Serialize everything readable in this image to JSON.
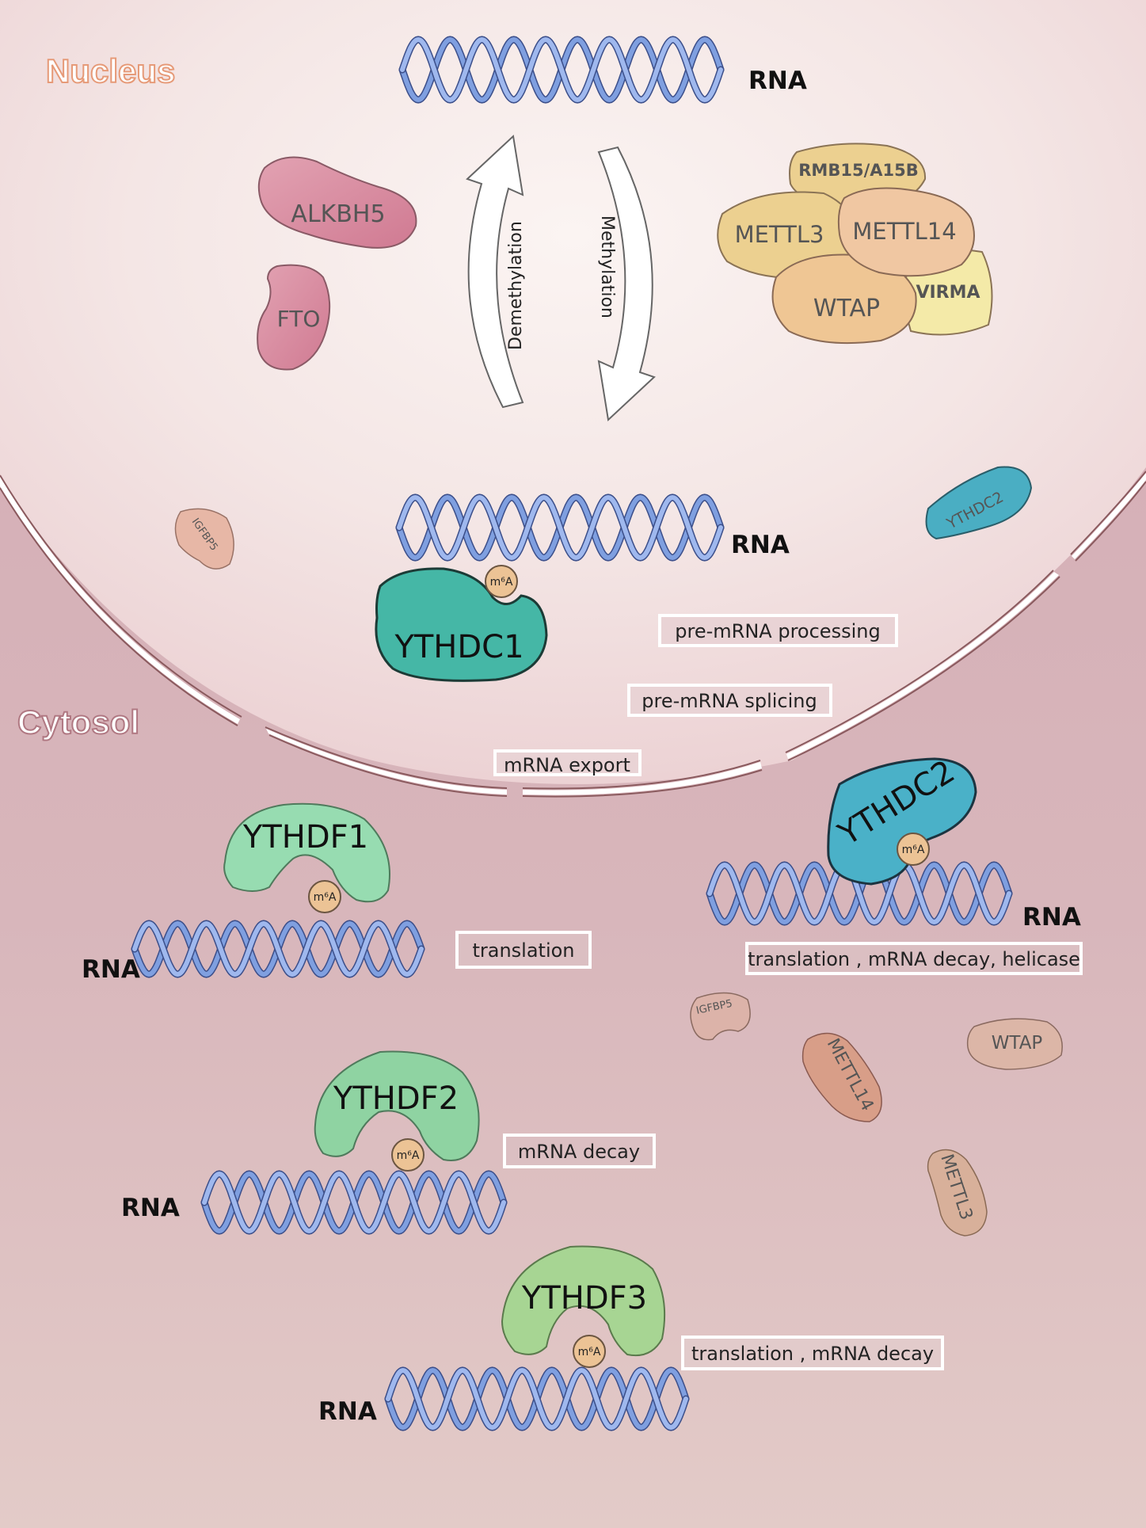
{
  "regions": {
    "nucleus": "Nucleus",
    "cytosol": "Cytosol"
  },
  "rna_label": "RNA",
  "arrows": {
    "demethylation": "Demethylation",
    "methylation": "Methylation"
  },
  "erasers": {
    "alkbh5": "ALKBH5",
    "fto": "FTO"
  },
  "writers": {
    "rbm15": "RMB15/A15B",
    "mettl3": "METTL3",
    "mettl14": "METTL14",
    "wtap": "WTAP",
    "virma": "VIRMA"
  },
  "nuclear_small": {
    "igfbp5": "IGFBP5",
    "ythdc2": "YTHDC2"
  },
  "readers": {
    "ythdc1": "YTHDC1",
    "ythdc2": "YTHDC2",
    "ythdf1": "YTHDF1",
    "ythdf2": "YTHDF2",
    "ythdf3": "YTHDF3"
  },
  "m6a": "m⁶A",
  "functions": {
    "pre_mrna_processing": "pre-mRNA processing",
    "pre_mrna_splicing": "pre-mRNA splicing",
    "mrna_export": "mRNA export",
    "ythdf1_translation": "translation",
    "ythdc2_functions": "translation , mRNA decay, helicase",
    "ythdf2_decay": "mRNA decay",
    "ythdf3_functions": "translation , mRNA decay"
  },
  "cytosol_small": {
    "igfbp5": "IGFBP5",
    "wtap": "WTAP",
    "mettl14": "METTL14",
    "mettl3": "METTL3"
  },
  "colors": {
    "nucleus_bg": "#f3e4e4",
    "cytosol_bg": "#d4b0b8",
    "rna": "#7f9fe0",
    "eraser": "#dc8ca0",
    "writer": "#ecc98a",
    "ythdc1": "#45b7a6",
    "ythdc2": "#4fb0c8",
    "ythdf": "#8fd39f",
    "m6a": "#ecc395"
  }
}
